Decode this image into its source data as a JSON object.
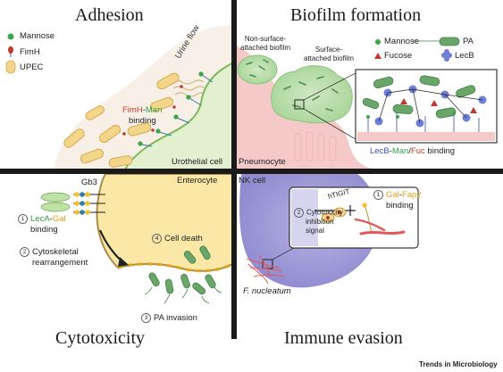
{
  "quadrants": {
    "adhesion": {
      "title": "Adhesion"
    },
    "biofilm": {
      "title": "Biofilm formation"
    },
    "cytotoxicity": {
      "title": "Cytotoxicity"
    },
    "immune": {
      "title": "Immune evasion"
    }
  },
  "adhesion": {
    "legend": {
      "mannose": "Mannose",
      "fimh": "FimH",
      "upec": "UPEC"
    },
    "urine_flow": "Urine flow",
    "binding": {
      "part1": "FimH",
      "sep": "-",
      "part2": "Man",
      "line2": "binding"
    },
    "cell": "Urothelial cell"
  },
  "biofilm": {
    "non_surface": {
      "line1": "Non-surface-",
      "line2": "attached biofilm"
    },
    "surface": {
      "line1": "Surface-",
      "line2": "attached biofilm"
    },
    "legend": {
      "mannose": "Mannose",
      "pa": "PA",
      "fucose": "Fucose",
      "lecb": "LecB"
    },
    "binding": {
      "p1": "LecB",
      "s1": "-",
      "p2": "Man",
      "s2": "/",
      "p3": "Fuc",
      "p4": " binding"
    },
    "cell": "Pneumocyte"
  },
  "cytotoxicity": {
    "gb3": "Gb3",
    "enterocyte": "Enterocyte",
    "step1": {
      "num": "1",
      "p1": "LecA",
      "sep": "-",
      "p2": "Gal",
      "line2": "binding"
    },
    "step2": {
      "num": "2",
      "line1": "Cytoskeletal",
      "line2": "rearrangement"
    },
    "step3": {
      "num": "3",
      "text": "PA invasion"
    },
    "step4": {
      "num": "4",
      "text": "Cell death"
    }
  },
  "immune": {
    "cell": "NK cell",
    "htigit": "hTIGIT",
    "step1": {
      "num": "1",
      "p1": "Gal",
      "sep": "-",
      "p2": "Fap2",
      "line2": "binding"
    },
    "step2": {
      "num": "2",
      "line1": "Cytotoxicity",
      "line2": "inhibition",
      "line3": "signal"
    },
    "bacterium": "F. nucleatum"
  },
  "footer": "Trends in Microbiology",
  "colors": {
    "mannose": "#3aa64a",
    "fimh": "#c0392b",
    "upec": "#f3d68a",
    "urothelial": "#e3f0cf",
    "pneumocyte": "#f6c9c9",
    "enterocyte": "#fbe7a6",
    "nk": "#9c98d6",
    "pa": "#6aa56a",
    "lecb": "#6f7fd6",
    "fucose": "#c0392b",
    "fn": "#e25757",
    "divider": "#1a1a1a"
  }
}
